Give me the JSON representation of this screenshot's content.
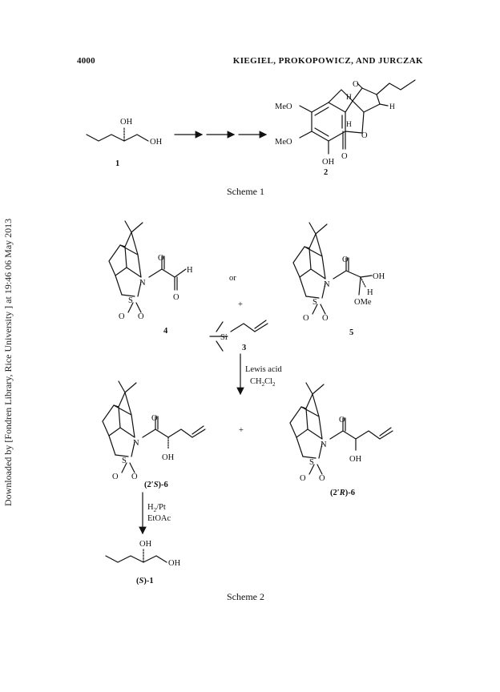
{
  "page": {
    "number": "4000",
    "running_header": "KIEGIEL, PROKOPOWICZ, AND JURCZAK",
    "side_note": "Downloaded by [Fondren Library, Rice University ] at 19:46 06 May 2013"
  },
  "scheme1": {
    "caption": "Scheme 1",
    "compound1": {
      "number": "1",
      "oh_top": "OH",
      "oh_end": "OH"
    },
    "compound2": {
      "number": "2",
      "meo_top": "MeO",
      "meo_bottom": "MeO",
      "oh": "OH",
      "ring_o1": "O",
      "ring_o2": "O",
      "carbonyl_o": "O",
      "h1": "H",
      "h2": "H",
      "h3": "H"
    }
  },
  "scheme2": {
    "caption": "Scheme 2",
    "compound4": {
      "number": "4",
      "n": "N",
      "s": "S",
      "o1": "O",
      "o2": "O",
      "o3": "O",
      "o4": "O",
      "h": "H"
    },
    "or_text": "or",
    "plus_top": "+",
    "compound5": {
      "number": "5",
      "n": "N",
      "s": "S",
      "o1": "O",
      "o2": "O",
      "o3": "O",
      "oh": "OH",
      "h": "H",
      "ome": "OMe"
    },
    "compound3": {
      "number": "3",
      "si": "Si"
    },
    "conditions": {
      "line1": "Lewis acid",
      "line2_main": "CH",
      "line2_sub1": "2",
      "line2_mid": "Cl",
      "line2_sub2": "2"
    },
    "product_s": {
      "label_prefix": "(2′",
      "label_s": "S",
      "label_suffix": ")-6",
      "n": "N",
      "s": "S",
      "o1": "O",
      "o2": "O",
      "o3": "O",
      "oh": "OH"
    },
    "plus_mid": "+",
    "product_r": {
      "label_prefix": "(2′",
      "label_r": "R",
      "label_suffix": ")-6",
      "n": "N",
      "s": "S",
      "o1": "O",
      "o2": "O",
      "o3": "O",
      "oh": "OH"
    },
    "hydrogenation": {
      "line1_main": "H",
      "line1_sub": "2",
      "line1_rest": "/Pt",
      "line2": "EtOAc"
    },
    "final": {
      "oh_top": "OH",
      "oh_end": "OH",
      "label_open": "(",
      "label_s": "S",
      "label_close": ")-1"
    }
  }
}
